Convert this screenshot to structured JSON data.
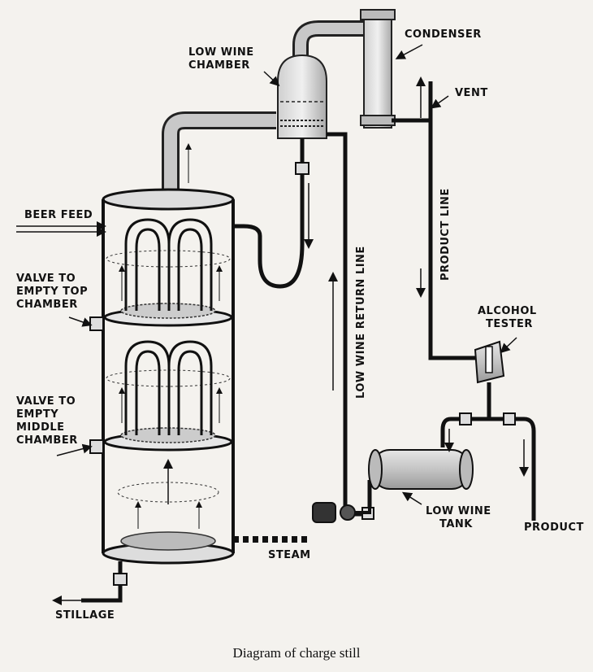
{
  "labels": {
    "condenser": "CONDENSER",
    "low_wine_chamber_1": "LOW WINE",
    "low_wine_chamber_2": "CHAMBER",
    "vent": "VENT",
    "beer_feed": "BEER FEED",
    "valve_top_1": "VALVE TO",
    "valve_top_2": "EMPTY TOP",
    "valve_top_3": "CHAMBER",
    "valve_mid_1": "VALVE TO",
    "valve_mid_2": "EMPTY",
    "valve_mid_3": "MIDDLE",
    "valve_mid_4": "CHAMBER",
    "low_wine_return_line": "LOW WINE RETURN LINE",
    "product_line": "PRODUCT LINE",
    "alcohol_tester_1": "ALCOHOL",
    "alcohol_tester_2": "TESTER",
    "low_wine_tank_1": "LOW WINE",
    "low_wine_tank_2": "TANK",
    "product": "PRODUCT",
    "steam": "STEAM",
    "stillage": "STILLAGE"
  },
  "caption": "Diagram of charge still"
}
